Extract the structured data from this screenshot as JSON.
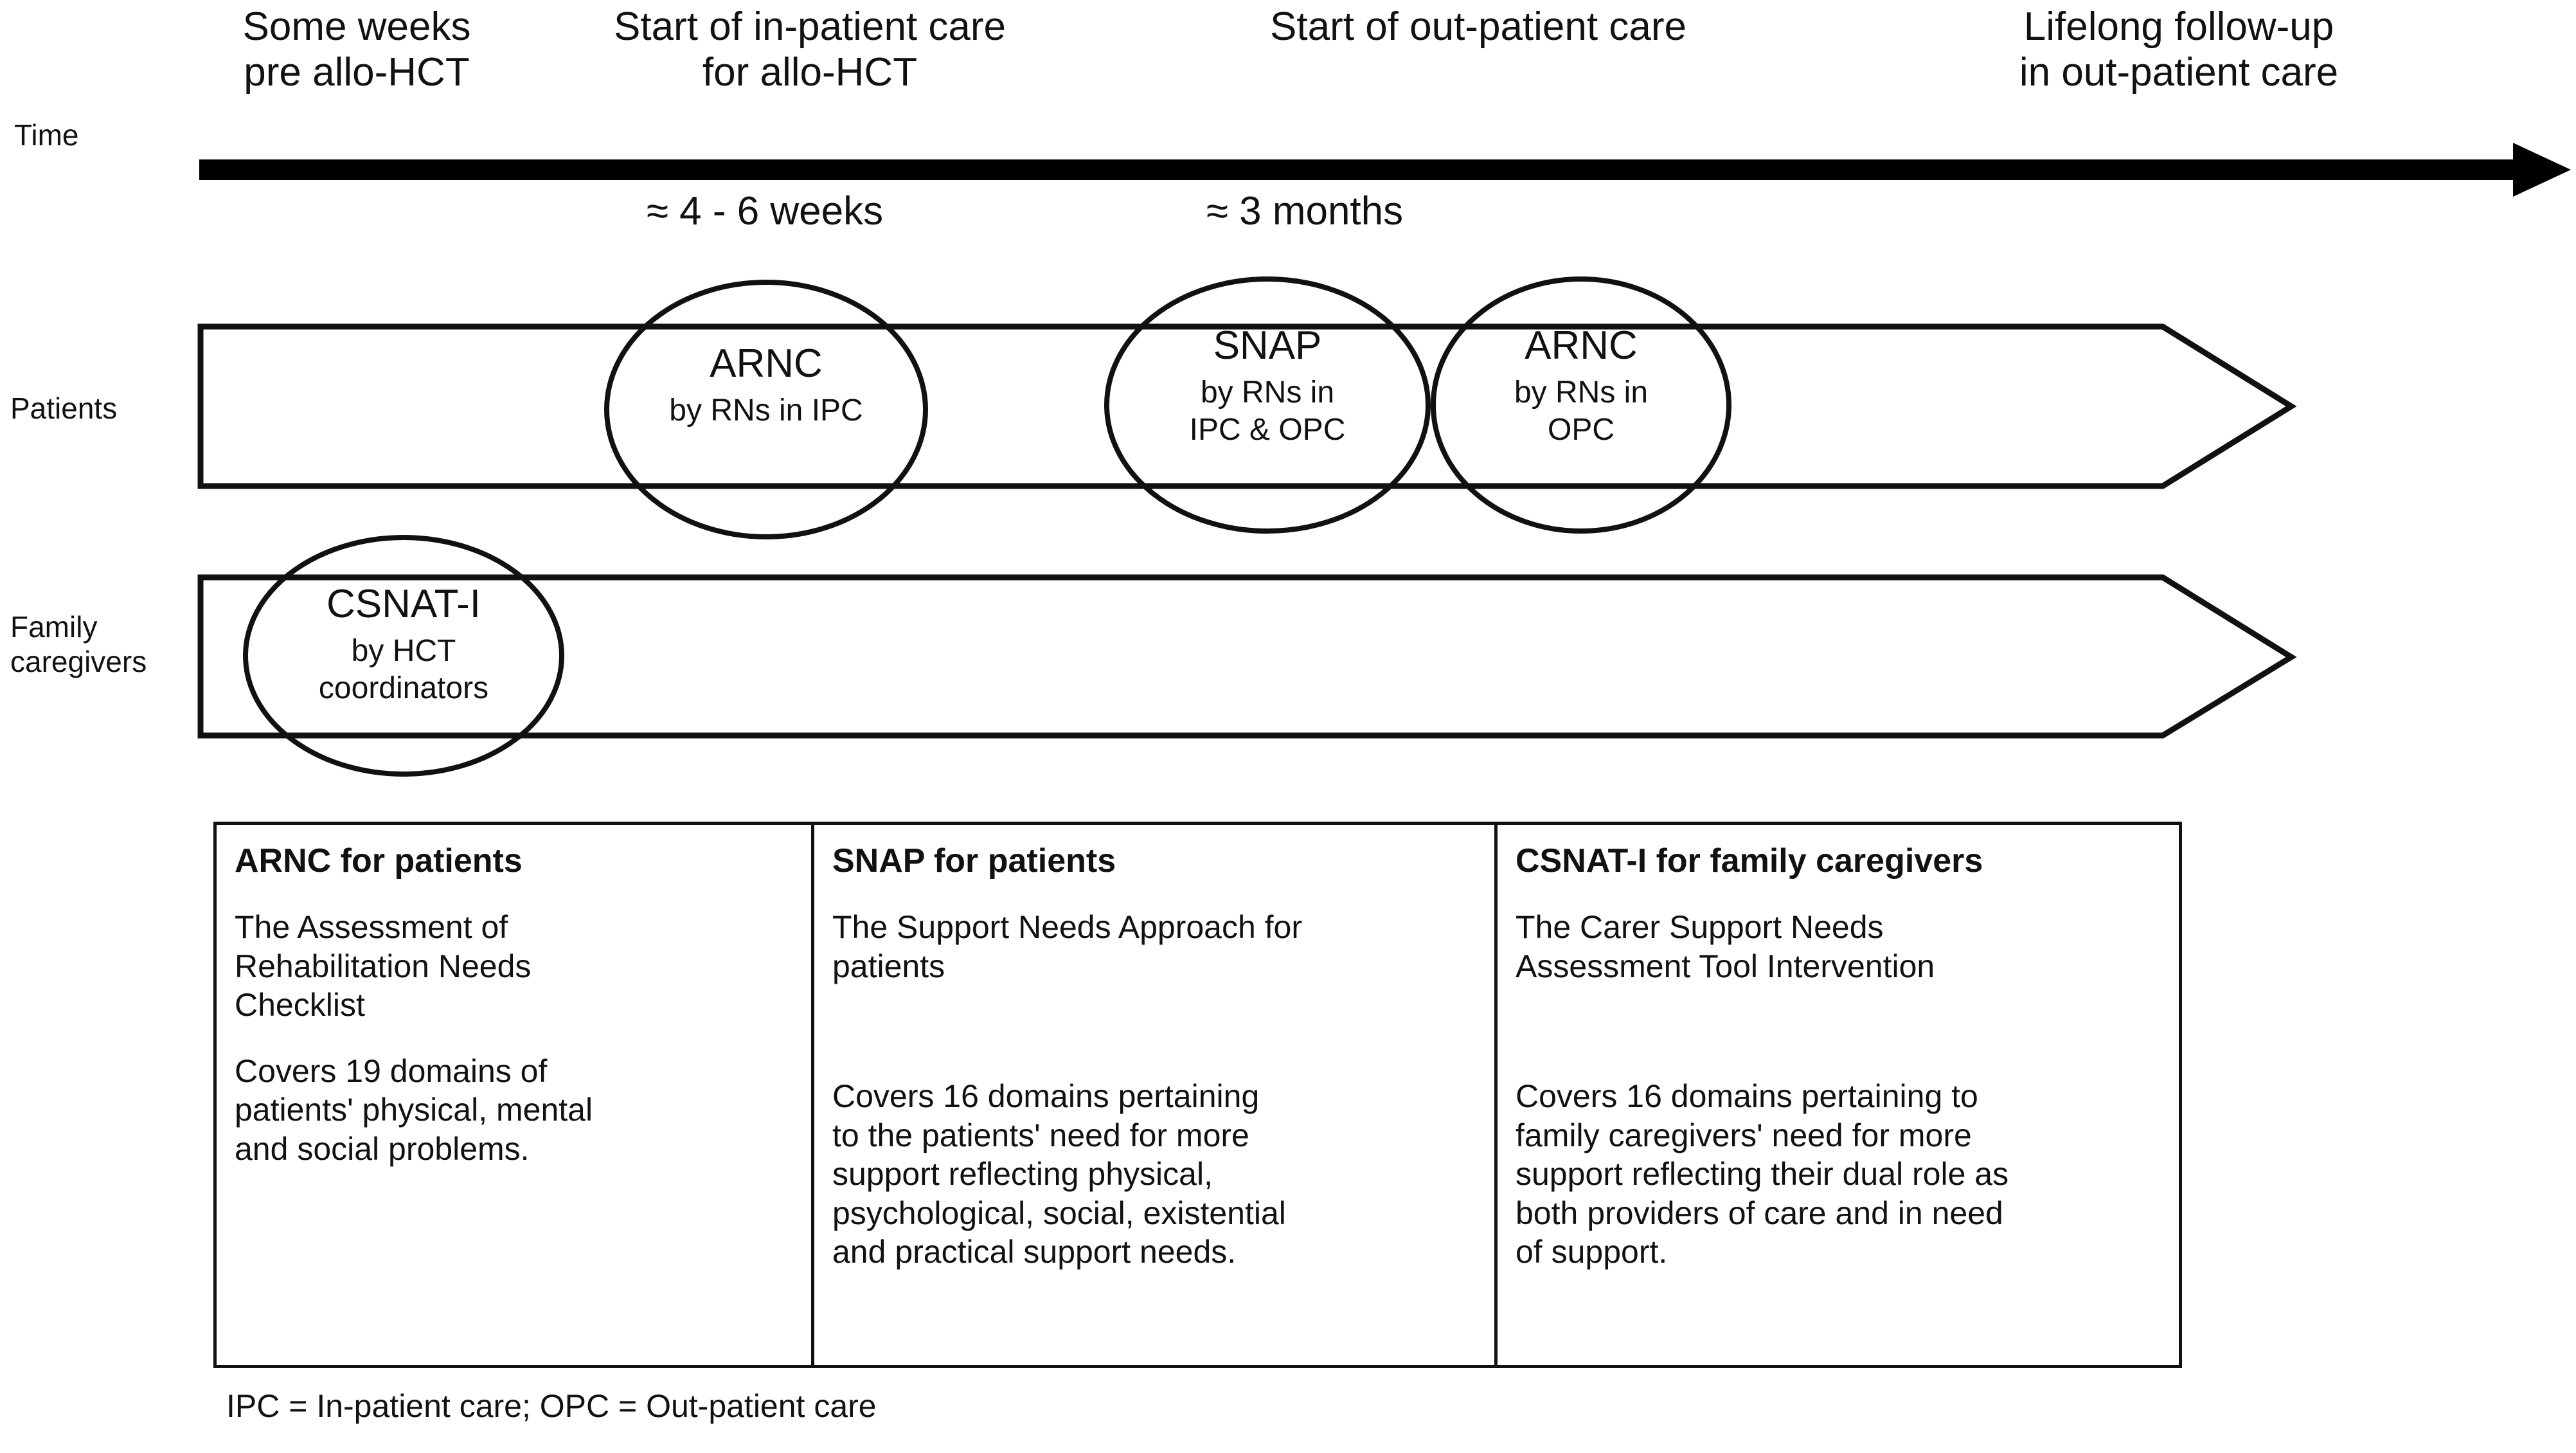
{
  "axis_labels": {
    "time": "Time",
    "patients": "Patients",
    "family_caregivers": "Family\ncaregivers"
  },
  "timeline": {
    "arrow_icon": "right-arrow-icon",
    "milestones": [
      {
        "id": "pre-hct",
        "label": "Some weeks\npre allo-HCT"
      },
      {
        "id": "start-inpatient",
        "label": "Start of in-patient care\nfor allo-HCT"
      },
      {
        "id": "start-outpatient",
        "label": "Start of out-patient care"
      },
      {
        "id": "lifelong-followup",
        "label": "Lifelong follow-up\nin out-patient care"
      }
    ],
    "durations": [
      {
        "id": "weeks-4-6",
        "label": "≈ 4 - 6 weeks"
      },
      {
        "id": "months-3",
        "label": "≈ 3 months"
      }
    ]
  },
  "tracks": [
    {
      "id": "patients-track",
      "label": "Patients",
      "assessments": [
        {
          "id": "arnc-ipc",
          "title": "ARNC",
          "subtitle": "by RNs in IPC"
        },
        {
          "id": "snap",
          "title": "SNAP",
          "subtitle": "by RNs in\nIPC & OPC"
        },
        {
          "id": "arnc-opc",
          "title": "ARNC",
          "subtitle": "by RNs in\nOPC"
        }
      ]
    },
    {
      "id": "family-caregivers-track",
      "label": "Family caregivers",
      "assessments": [
        {
          "id": "csnat-i",
          "title": "CSNAT-I",
          "subtitle": "by HCT\ncoordinators"
        }
      ]
    }
  ],
  "definitions": [
    {
      "id": "arnc-definition",
      "title": "ARNC for patients",
      "expansion": "The Assessment of\nRehabilitation Needs\nChecklist",
      "coverage": "Covers 19 domains of\npatients' physical, mental\nand social problems."
    },
    {
      "id": "snap-definition",
      "title": "SNAP for patients",
      "expansion": "The Support Needs Approach for\npatients",
      "coverage": "Covers 16 domains pertaining\nto the patients' need for more\nsupport reflecting physical,\npsychological, social, existential\nand practical support needs."
    },
    {
      "id": "csnat-definition",
      "title": "CSNAT-I for family caregivers",
      "expansion": "The Carer Support Needs\nAssessment Tool Intervention",
      "coverage": "Covers 16 domains pertaining to\nfamily caregivers' need for more\nsupport reflecting their dual role as\nboth providers of care and in need\nof support."
    }
  ],
  "footnote": "IPC = In-patient care; OPC = Out-patient care",
  "colors": {
    "stroke": "#111111",
    "background": "#ffffff",
    "timeline_arrow": "#000000"
  }
}
